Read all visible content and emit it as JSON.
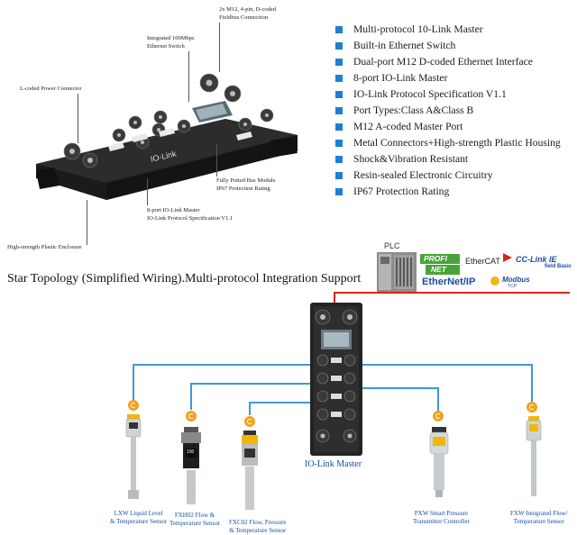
{
  "colors": {
    "accent_blue": "#1e7fd2",
    "line_blue": "#3d9ad6",
    "label_blue": "#1a4fa0",
    "link_red": "#d8261d",
    "iolink_orange": "#f0a21e"
  },
  "product_callouts": {
    "fieldbus": [
      "2x M12, 4-pin, D-coded",
      "Fieldbus Connection"
    ],
    "ethernet_switch": [
      "Integrated 100Mbps",
      "Ethernet Switch"
    ],
    "power": [
      "L-coded Power Connector"
    ],
    "potted": [
      "Fully Potted Bus Module",
      "IP67 Protection Rating"
    ],
    "ports": [
      "8-port IO-Link Master",
      "IO-Link Protocol Specification V1.1"
    ],
    "enclosure": [
      "High-strength Plastic Enclosure"
    ]
  },
  "device_brand": "IO-Link",
  "features": [
    "Multi-protocol 10-Link Master",
    "Built-in Ethernet Switch",
    "Dual-port M12 D-coded Ethernet Interface",
    "8-port IO-Link Master",
    "IO-Link Protocol Specification V1.1",
    "Port Types:Class A&Class B",
    "M12 A-coded Master Port",
    "Metal Connectors+High-strength Plastic Housing",
    "Shock&Vibration Resistant",
    "Resin-sealed Electronic Circuitry",
    "IP67 Protection Rating"
  ],
  "topology_title": "Star Topology (Simplified Wiring).Multi-protocol Integration Support",
  "plc_label": "PLC",
  "protocols": {
    "profinet_top": "PROFI",
    "profinet_bottom": "NET",
    "ethercat": "EtherCAT",
    "cclink": "CC-Link IE",
    "cclink_sub": "field Basic",
    "ethernetip": "EtherNet/IP",
    "modbus": "Modbus",
    "modbus_sub": "TCP"
  },
  "master_label": "IO-Link Master",
  "sensor_display": "100",
  "sensors": [
    {
      "line1": "LXW Liquid Level",
      "line2": "& Temperature Sensor"
    },
    {
      "line1": "FXH02 Flow &",
      "line2": "Temperature Sensor"
    },
    {
      "line1": "FXC02 Flow, Pressure",
      "line2": "& Temperature Sensor"
    },
    {
      "line1": "PXW Smart Pressure",
      "line2": "Transmitter Controller"
    },
    {
      "line1": "FXW Integrated Flow/",
      "line2": "Temperature Sensor"
    }
  ]
}
